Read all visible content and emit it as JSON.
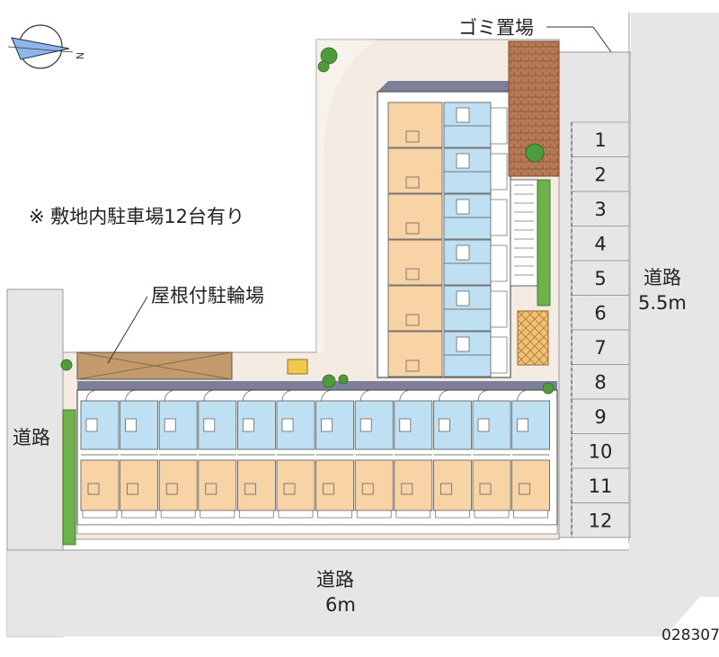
{
  "labels": {
    "garbage": "ゴミ置場",
    "parking_note": "※ 敷地内駐車場12台有り",
    "bike_parking": "屋根付駐輪場",
    "road_left": "道路",
    "road_right_name": "道路",
    "road_right_width": "5.5m",
    "road_bottom_name": "道路",
    "road_bottom_width": "6m",
    "ref_code": "028307",
    "compass_letter": "N"
  },
  "parking_spaces": [
    "1",
    "2",
    "3",
    "4",
    "5",
    "6",
    "7",
    "8",
    "9",
    "10",
    "11",
    "12"
  ],
  "unit_counts": {
    "vertical_wing": 6,
    "horizontal_wing": 12
  },
  "colors": {
    "road": "#e6e6e6",
    "site": "#f4ebe2",
    "unit_room": "#f7d3a6",
    "wet_area": "#bfe0f2",
    "roof": "#7d7f9a",
    "greenery": "#4f9a3c",
    "garbage_area": "#b57a56"
  }
}
